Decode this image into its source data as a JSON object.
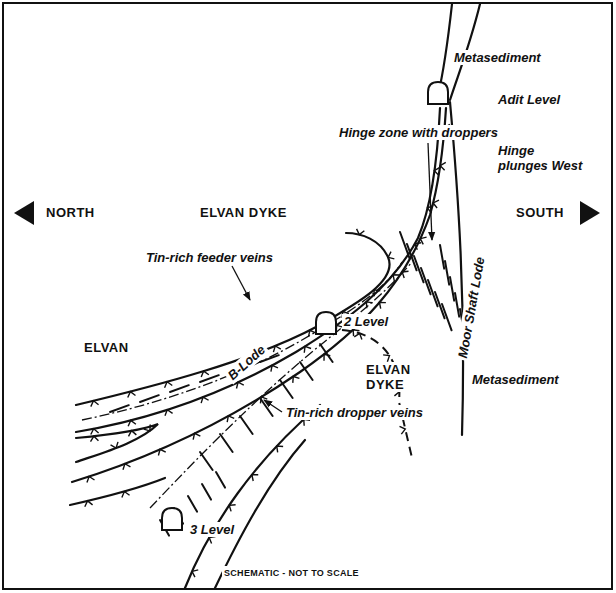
{
  "diagram": {
    "labels": [
      "Metasediment",
      "Adit Level",
      "Hinge zone with droppers",
      "Hinge plunges West",
      "NORTH",
      "ELVAN DYKE",
      "SOUTH",
      "Tin-rich feeder veins",
      "2 Level",
      "Moor Shaft Lode",
      "ELVAN",
      "B-Lode",
      "ELVAN DYKE",
      "Metasediment",
      "Tin-rich dropper veins",
      "3 Level",
      "SCHEMATIC - NOT TO SCALE"
    ]
  }
}
